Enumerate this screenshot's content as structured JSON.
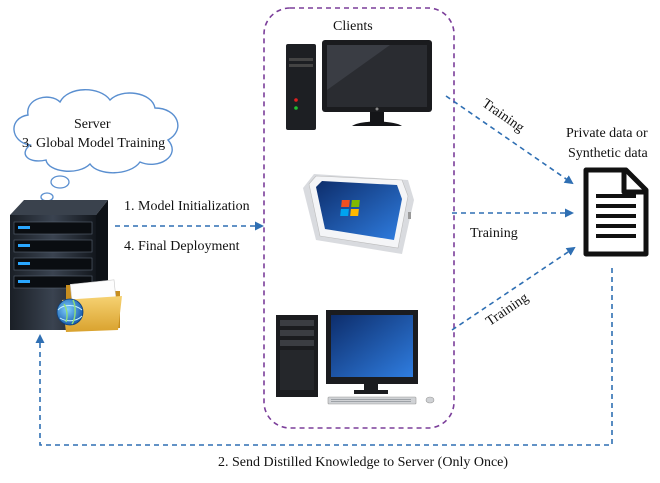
{
  "server": {
    "name": "Server",
    "task": "3. Global Model Training"
  },
  "clients": {
    "title": "Clients"
  },
  "data_source": {
    "line1": "Private data or",
    "line2": "Synthetic data"
  },
  "flows": {
    "init": "1. Model Initialization",
    "deploy": "4. Final Deployment",
    "training_top": "Training",
    "training_mid": "Training",
    "training_bottom": "Training",
    "distill": "2. Send Distilled Knowledge to Server (Only Once)"
  },
  "colors": {
    "arrow": "#2f6fb3",
    "cluster_border": "#7b3e9a",
    "cloud_border": "#5a8fd0"
  }
}
